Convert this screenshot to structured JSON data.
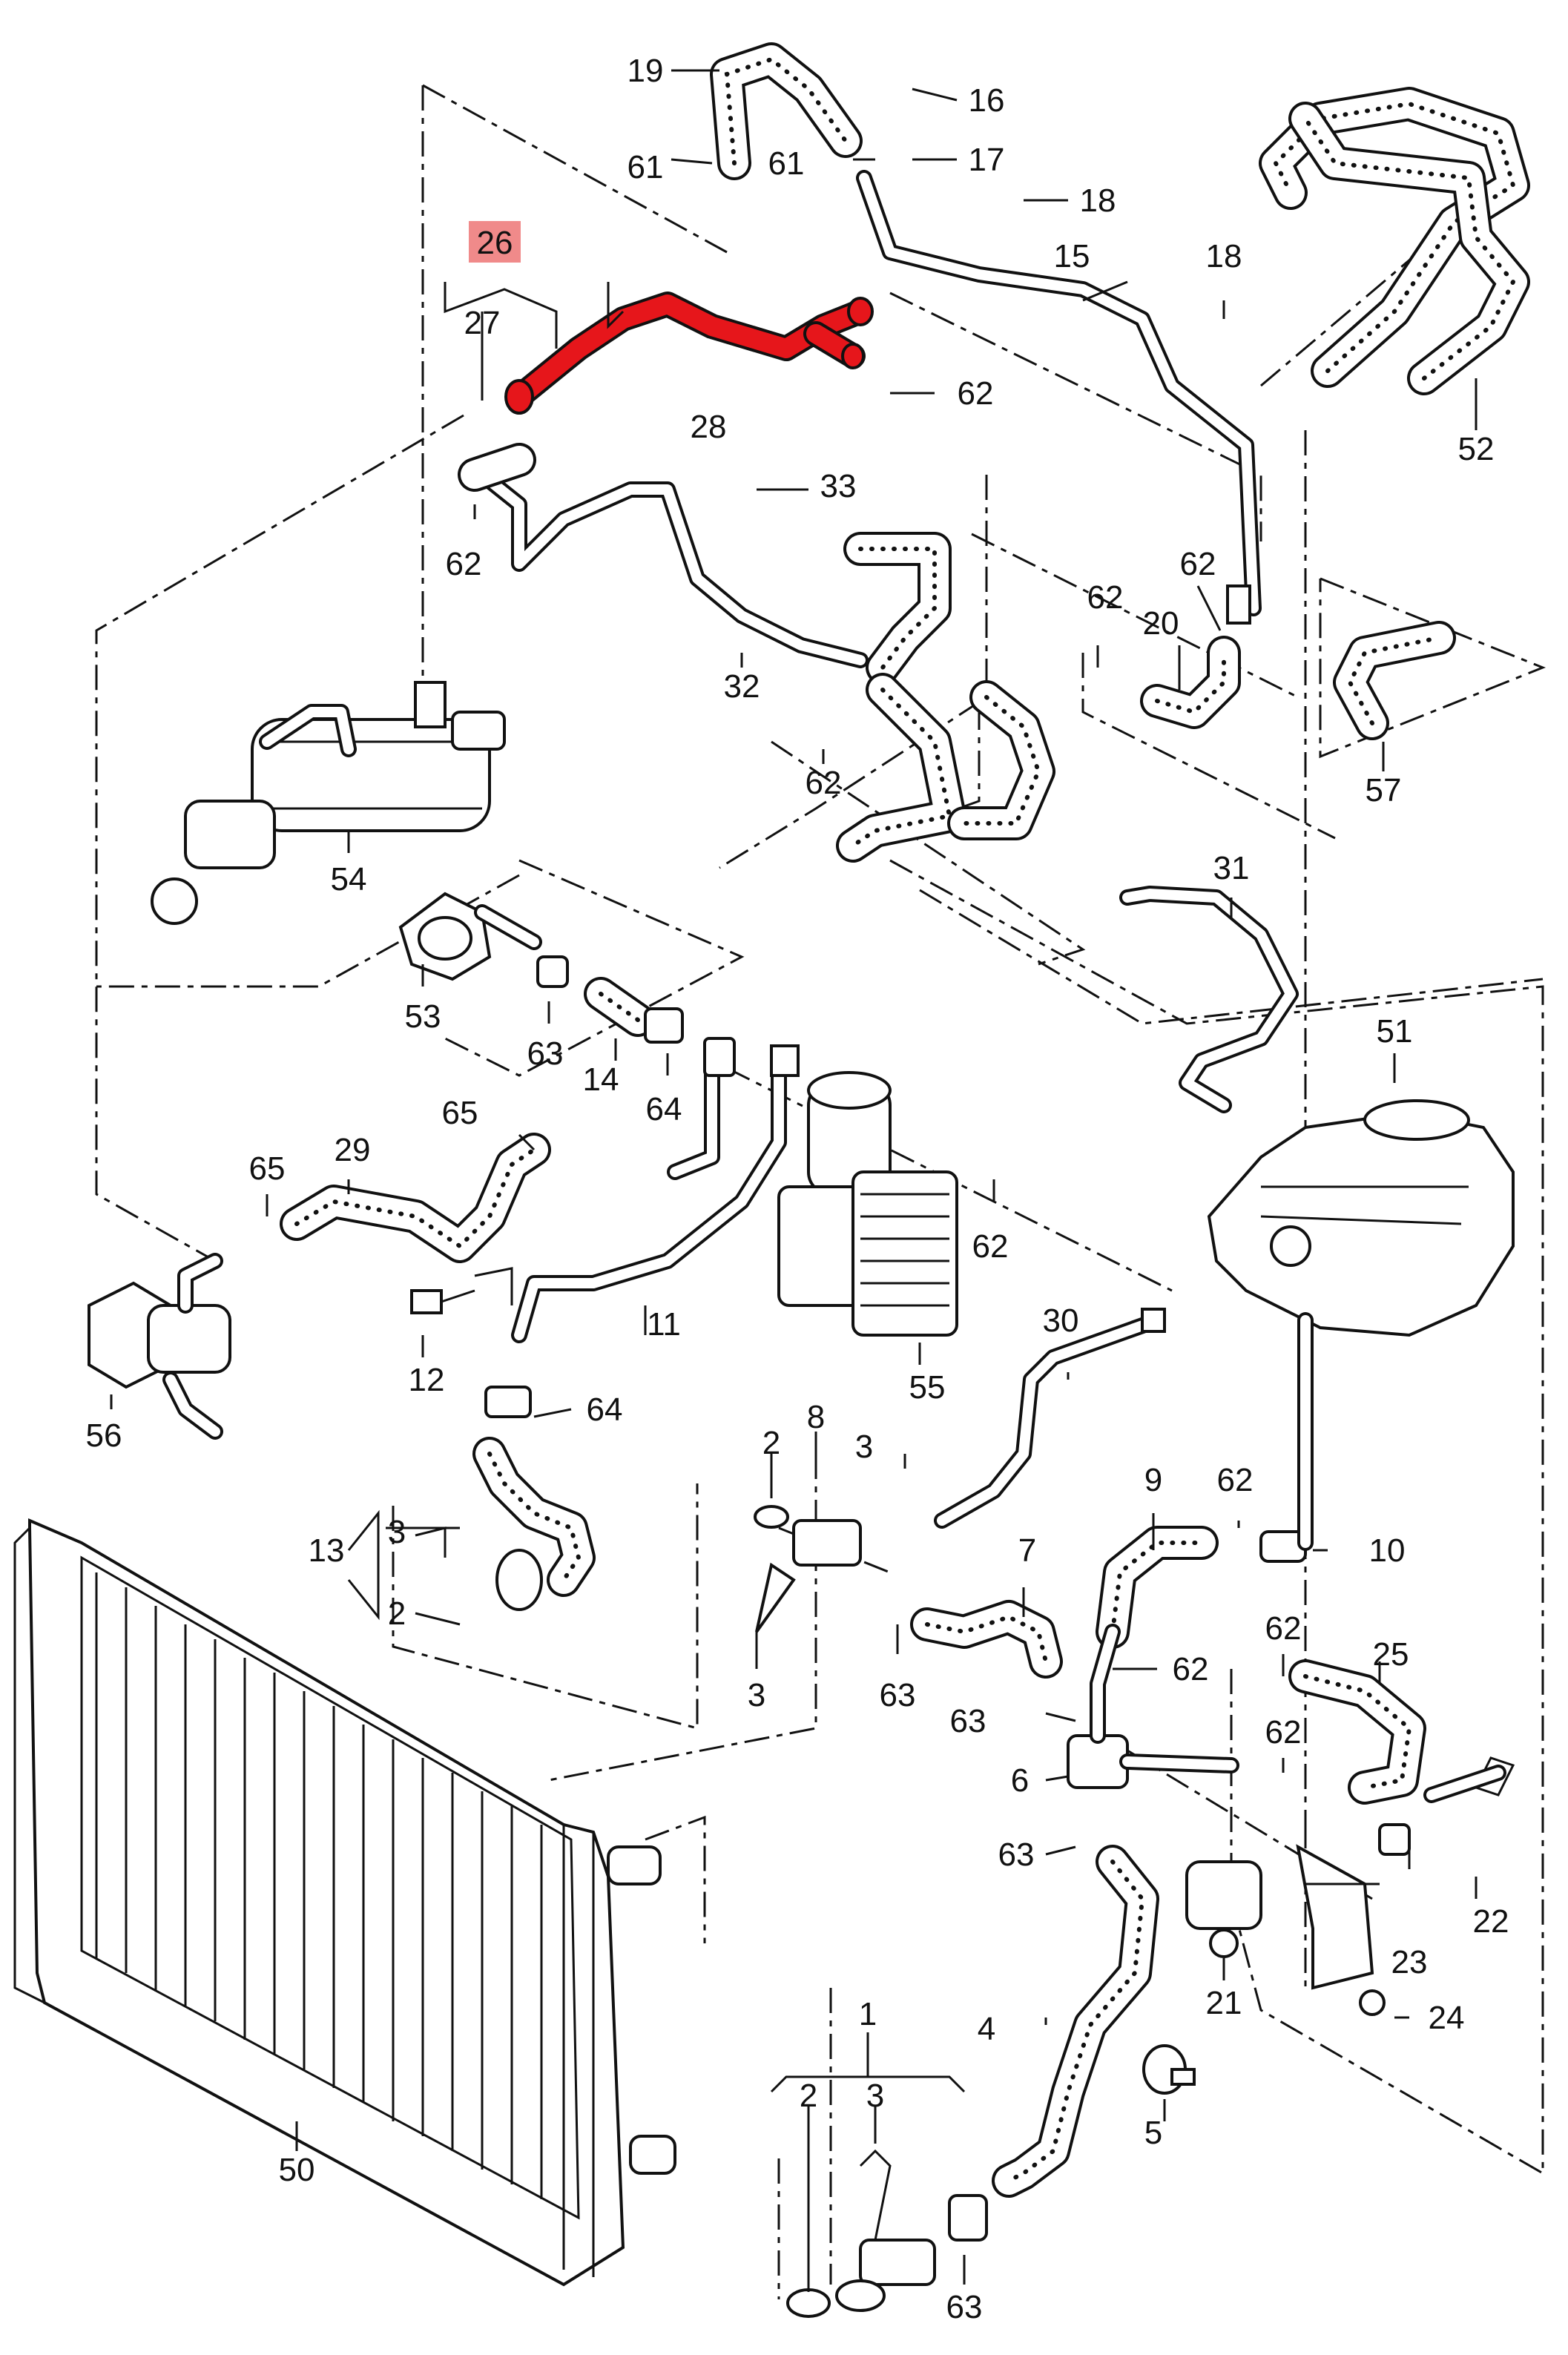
{
  "highlight": {
    "label": "26",
    "color": "#e6161b",
    "label_bg": "#f08a8a"
  },
  "labels": {
    "l19": "19",
    "l16": "16",
    "l61a": "61",
    "l61b": "61",
    "l17": "17",
    "l18a": "18",
    "l15": "15",
    "l18b": "18",
    "l26": "26",
    "l27": "27",
    "l28": "28",
    "l62a": "62",
    "l52": "52",
    "l33": "33",
    "l62b": "62",
    "l62c": "62",
    "l62d": "62",
    "l20": "20",
    "l32": "32",
    "l62e": "62",
    "l57": "57",
    "l54": "54",
    "l31": "31",
    "l53": "53",
    "l63a": "63",
    "l14": "14",
    "l64a": "64",
    "l51": "51",
    "l65a": "65",
    "l29": "29",
    "l65b": "65",
    "l62f": "62",
    "l56": "56",
    "l12": "12",
    "l11": "11",
    "l55": "55",
    "l30": "30",
    "l64b": "64",
    "l8": "8",
    "l2a": "2",
    "l3a": "3",
    "l9": "9",
    "l62g": "62",
    "l10": "10",
    "l13": "13",
    "l3b": "3",
    "l2b": "2",
    "l3c": "3",
    "l63b": "63",
    "l7": "7",
    "l62h": "62",
    "l63c": "63",
    "l62i": "62",
    "l25": "25",
    "l6": "6",
    "l62j": "62",
    "l63d": "63",
    "l22": "22",
    "l21": "21",
    "l23": "23",
    "l24": "24",
    "l1": "1",
    "l2c": "2",
    "l3d": "3",
    "l4": "4",
    "l5": "5",
    "l50": "50",
    "l63e": "63"
  }
}
